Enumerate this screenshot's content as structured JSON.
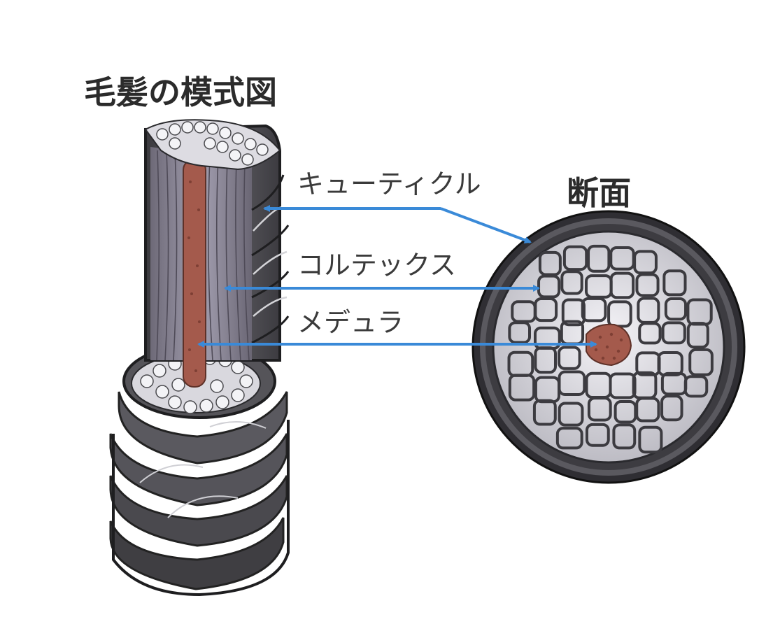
{
  "title": "毛髪の模式図",
  "cross_section_label": "断面",
  "labels": {
    "cuticle": "キューティクル",
    "cortex": "コルテックス",
    "medulla": "メデュラ"
  },
  "colors": {
    "arrow": "#3a8ad8",
    "medulla": "#a45a4c",
    "cuticle_dark": "#4a4a4c",
    "cortex_fiber": "#8d8894",
    "cell_fill": "#eeedf2",
    "cell_wall": "#3c3b40"
  }
}
